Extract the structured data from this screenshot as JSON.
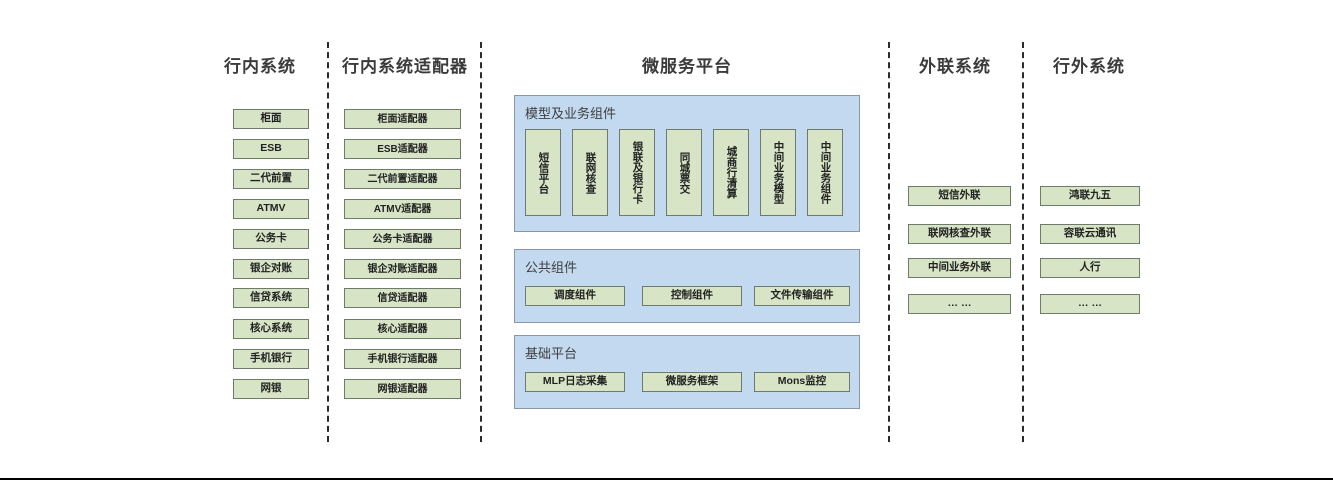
{
  "columns": {
    "internal": {
      "title": "行内系统",
      "items": [
        "柜面",
        "ESB",
        "二代前置",
        "ATMV",
        "公务卡",
        "银企对账",
        "信贷系统",
        "核心系统",
        "手机银行",
        "网银"
      ]
    },
    "adapter": {
      "title": "行内系统适配器",
      "items": [
        "柜面适配器",
        "ESB适配器",
        "二代前置适配器",
        "ATMV适配器",
        "公务卡适配器",
        "银企对账适配器",
        "信贷适配器",
        "核心适配器",
        "手机银行适配器",
        "网银适配器"
      ]
    },
    "platform": {
      "title": "微服务平台",
      "groups": [
        {
          "label": "模型及业务组件",
          "orientation": "vertical",
          "items": [
            "短信平台",
            "联网核查",
            "银联及银行卡",
            "同城票交",
            "城商行清算",
            "中间业务模型",
            "中间业务组件"
          ]
        },
        {
          "label": "公共组件",
          "orientation": "horizontal",
          "items": [
            "调度组件",
            "控制组件",
            "文件传输组件"
          ]
        },
        {
          "label": "基础平台",
          "orientation": "horizontal",
          "items": [
            "MLP日志采集",
            "微服务框架",
            "Mons监控"
          ]
        }
      ]
    },
    "external_link": {
      "title": "外联系统",
      "items": [
        "短信外联",
        "联网核查外联",
        "中间业务外联",
        "… …"
      ]
    },
    "outside": {
      "title": "行外系统",
      "items": [
        "鸿联九五",
        "容联云通讯",
        "人行",
        "… …"
      ]
    }
  },
  "colors": {
    "node_fill": "#d7e4c5",
    "node_border": "#6f7a6a",
    "panel_fill": "#c3d9ef",
    "panel_border": "#8a97a5",
    "divider": "#2b2b2b",
    "title_text": "#3b3b3b"
  }
}
